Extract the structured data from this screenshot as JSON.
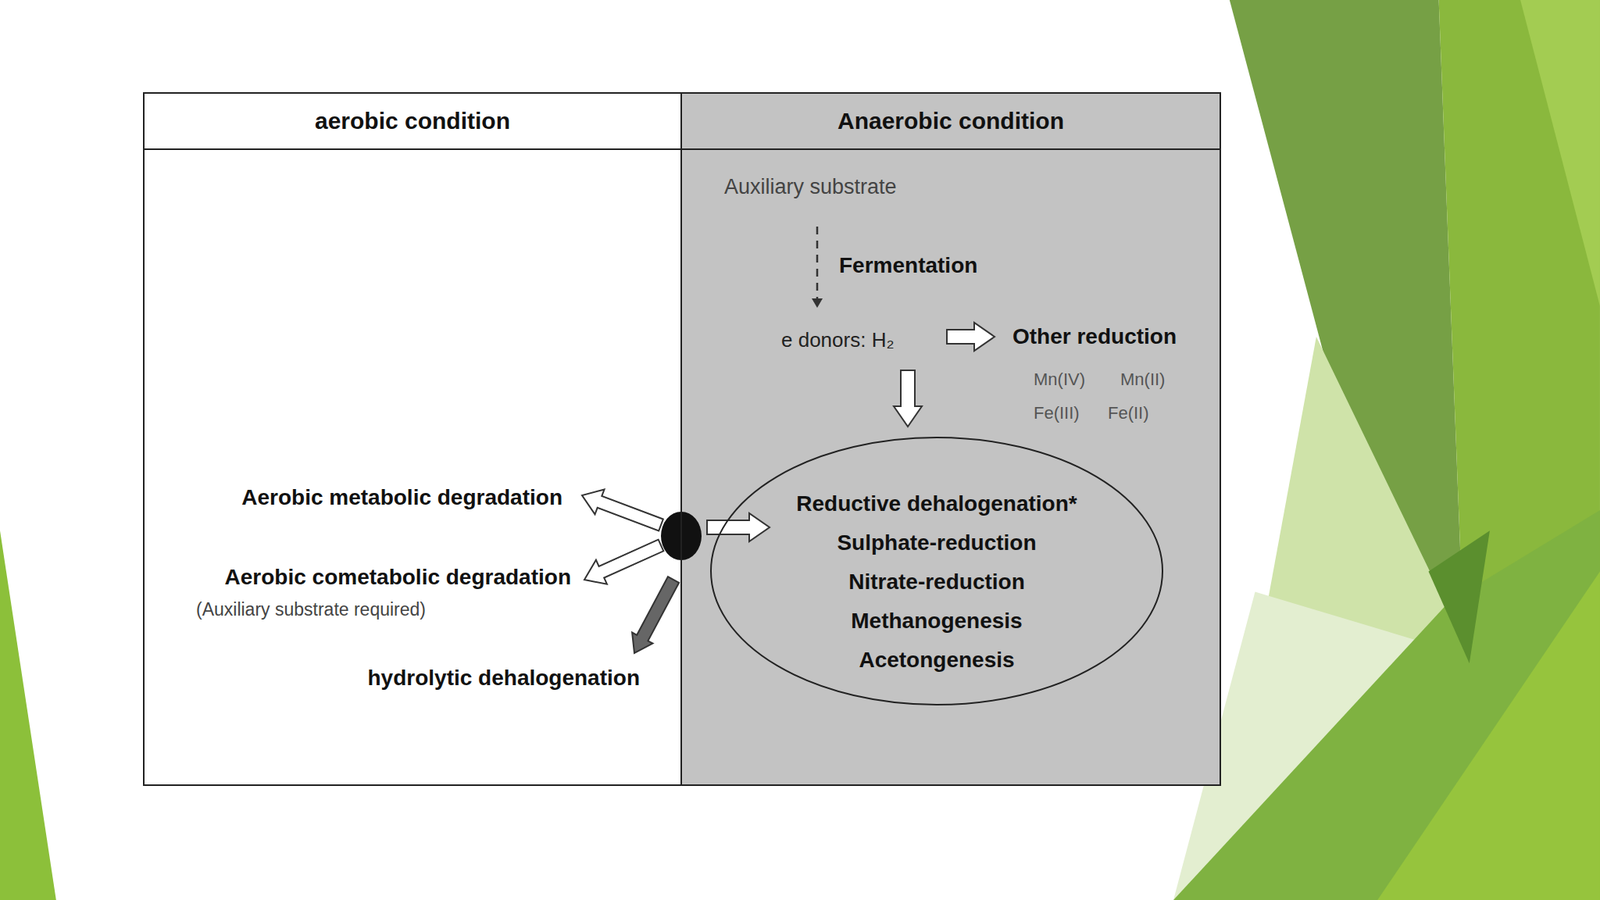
{
  "diagram": {
    "nodes": [
      {
        "text": [
          "aerobic condition"
        ]
      },
      {
        "text": [
          "Anaerobic condition"
        ]
      },
      {
        "text": [
          "Reductive dehalogenation*",
          "Sulphate-reduction",
          "Nitrate-reduction",
          "Methanogenesis",
          "Acetongenesis"
        ],
        "in": 1
      }
    ],
    "edges": [],
    "labels": [
      "Auxiliary substrate",
      "Fermentation",
      "e donors: H₂",
      "Other reduction",
      "Mn(IV)",
      "Mn(II)",
      "Fe(III)",
      "Fe(II)",
      "Aerobic metabolic degradation",
      "Aerobic cometabolic degradation",
      "(Auxiliary substrate required)",
      "hydrolytic dehalogenation"
    ]
  }
}
